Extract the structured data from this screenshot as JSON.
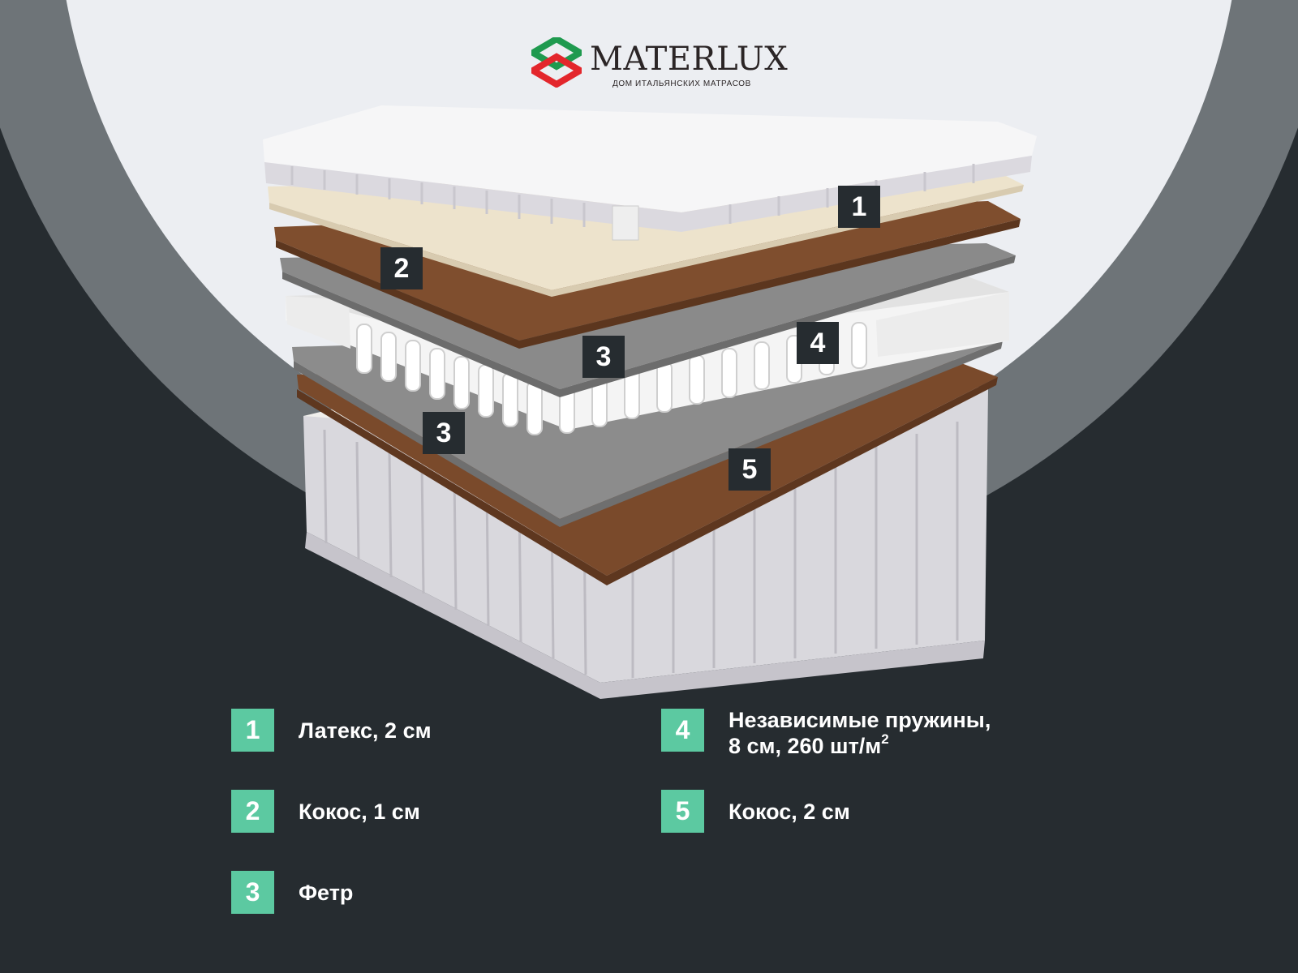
{
  "brand": {
    "name": "MATERLUX",
    "tagline": "ДОМ ИТАЛЬЯНСКИХ МАТРАСОВ"
  },
  "colors": {
    "background_dark": "#262c30",
    "background_mid": "#6e7478",
    "background_light": "#eceef2",
    "accent": "#5cc9a1",
    "marker": "#262c30",
    "text": "#ffffff",
    "logo_red": "#e3262c",
    "logo_green": "#1f9a4f"
  },
  "diagram_markers": [
    {
      "label": "1"
    },
    {
      "label": "2"
    },
    {
      "label": "3"
    },
    {
      "label": "4"
    },
    {
      "label": "3"
    },
    {
      "label": "5"
    }
  ],
  "legend": [
    {
      "number": "1",
      "text": "Латекс, 2 см"
    },
    {
      "number": "2",
      "text": "Кокос, 1 см"
    },
    {
      "number": "3",
      "text": "Фетр"
    },
    {
      "number": "4",
      "line1": "Независимые пружины,",
      "line2": "8 см, 260 шт/м",
      "superscript": "2"
    },
    {
      "number": "5",
      "text": "Кокос, 2 см"
    }
  ]
}
